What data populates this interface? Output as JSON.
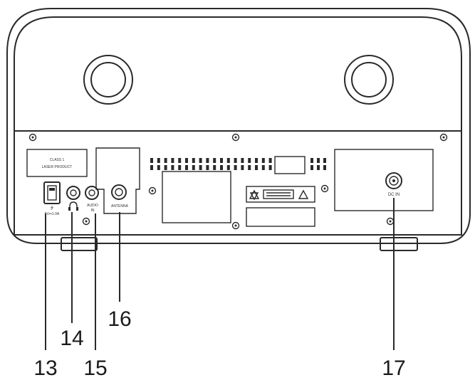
{
  "laser_label": {
    "line1": "CLASS 1",
    "line2": "LASER PRODUCT"
  },
  "ports": {
    "usb_label": "5V⎓1.0A",
    "aux_label_1": "AUDIO",
    "aux_label_2": "IN",
    "antenna_label": "ANTENNA",
    "dc_label": "DC IN"
  },
  "callouts": [
    "13",
    "14",
    "15",
    "16",
    "17"
  ]
}
